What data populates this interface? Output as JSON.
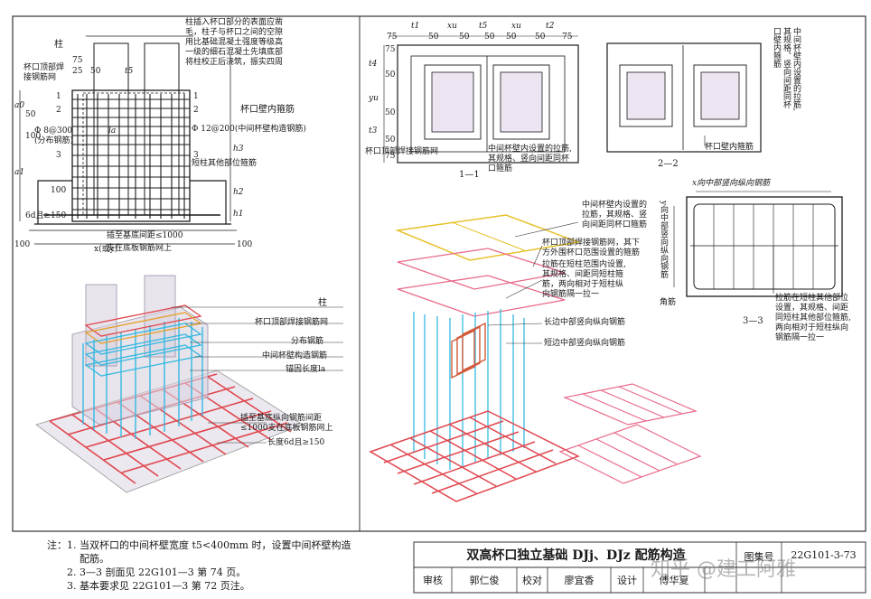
{
  "left_top": {
    "col": "柱",
    "d75": "75",
    "d25": "25",
    "d50": "50",
    "t5": "t5",
    "weld_mesh": "杯口顶部焊\n接钢筋网",
    "note_grout": "柱插入杯口部分的表面应凿\n毛，柱子与杯口之间的空隙\n用比基础混凝土强度等级高\n一级的细石混凝土先填底部\n将柱校正后浇筑，振实四周",
    "a0": "a0",
    "a1": "a1",
    "d50b": "50",
    "d100": "100",
    "d100b": "100",
    "dist_bar": "Φ 8@300\n(分布钢筋)",
    "sec1": "1",
    "sec2": "2",
    "sec3": "3",
    "la": "la",
    "cup_stirrup": "杯口壁内箍筋",
    "cup_constr": "Φ 12@200(中间杯壁构造钢筋)",
    "h3": "h3",
    "short_col": "短柱其他部位箍筋",
    "h2": "h2",
    "h1": "h1",
    "anchor": "6d且≥150",
    "spacing": "插至基底间距≤1000",
    "support": "支在底板钢筋网上",
    "d100c": "100",
    "d100d": "100",
    "xy": "x(或y)"
  },
  "left_3d": {
    "col": "柱",
    "weld_mesh": "杯口顶部焊接钢筋网",
    "dist": "分布钢筋",
    "constr": "中间杯壁构造钢筋",
    "anchor_len": "锚固长度la",
    "insert": "插至基底纵向钢筋间距\n≤1000支在底板钢筋网上",
    "length": "长度6d且≥150"
  },
  "right_top": {
    "t1": "t1",
    "xu": "xu",
    "t5": "t5",
    "t2": "t2",
    "d75": "75",
    "d50": "50",
    "t4": "t4",
    "yu": "yu",
    "t3": "t3",
    "weld_mesh": "杯口顶部焊接钢筋网",
    "tie": "中间杯壁内设置的拉筋,\n其规格、竖向间距同杯\n口箍筋",
    "sec11": "1—1",
    "sec22": "2—2",
    "tie_v": "中间杯壁内设置的拉筋,\n其规格、竖向间距同杯\n口壁内箍筋",
    "cup_stirrup": "杯口壁内箍筋"
  },
  "right_bottom": {
    "tie": "中间杯壁内设置的\n拉筋，其规格、竖\n向间距同杯口箍筋",
    "weld": "杯口顶部焊接钢筋网，其下\n方外围杯口范围设置的箍筋",
    "tie2": "拉筋在短柱范围内设置,\n其规格、间距同短柱箍\n筋，两向相对于短柱纵\n向钢筋隔一拉一",
    "long_side": "长边中部竖向纵向钢筋",
    "short_side": "短边中部竖向纵向钢筋",
    "x_mid": "x向中部竖向纵向钢筋",
    "y_mid": "y向中部竖向纵向钢筋",
    "corner": "角筋",
    "tie3": "拉筋在短柱其他部位\n设置，其规格、间距\n同短柱其他部位箍筋,\n两向相对于短柱纵向\n钢筋隔一拉一",
    "sec33": "3—3"
  },
  "notes": {
    "head": "注：",
    "n1a": "1. 当双杯口的中间杯壁宽度 t5<400mm 时，设置中间杯壁构造",
    "n1b": "配筋。",
    "n2": "2. 3—3 剖面见 22G101—3 第 74 页。",
    "n3": "3. 基本要求见 22G101—3 第 72 页注。"
  },
  "titleblock": {
    "title": "双高杯口独立基础 DJj、DJz 配筋构造",
    "review": "审核",
    "reviewer": "郭仁俊",
    "check": "校对",
    "checker": "廖宜香",
    "design": "设计",
    "designer": "傅华夏",
    "fig_label": "图集号",
    "fig_no": "22G101-3-73"
  },
  "watermark": "知乎 @建工阿雅",
  "colors": {
    "rebar_red": "#e0474f",
    "rebar_cyan": "#35b9e0",
    "rebar_yellow": "#e6c12a",
    "concrete": "#d9d2e0",
    "line": "#1a1a1a"
  }
}
